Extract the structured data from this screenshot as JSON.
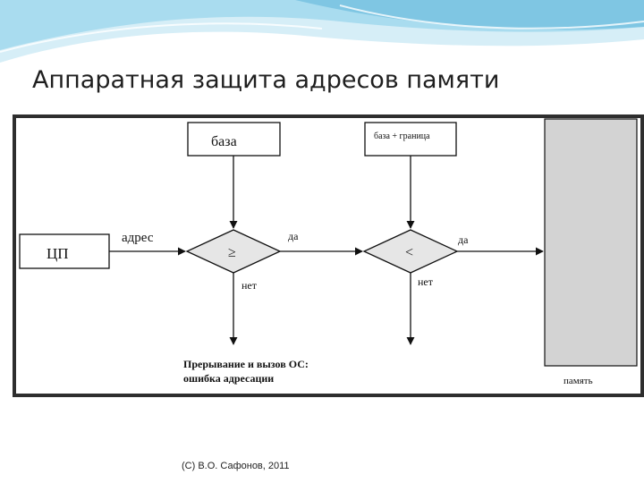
{
  "slide": {
    "title": "Аппаратная защита адресов памяти",
    "footer": "(C) В.О. Сафонов, 2011"
  },
  "diagram": {
    "nodes": {
      "base": "база",
      "base_limit": "база + граница",
      "cpu": "ЦП",
      "compare_ge": "≥",
      "compare_lt": "<",
      "memory": "память",
      "error_line1": "Прерывание и вызов ОС:",
      "error_line2": "ошибка адресации"
    },
    "edges": {
      "address": "адрес",
      "yes_1": "да",
      "yes_2": "да",
      "no_1": "нет",
      "no_2": "нет"
    }
  },
  "colors": {
    "banner_light": "#bfe3f2",
    "banner_mid": "#7fc6e3",
    "frame": "#2e2e2e",
    "diamond_fill": "#e6e6e6",
    "memory_fill": "#d3d3d3"
  }
}
